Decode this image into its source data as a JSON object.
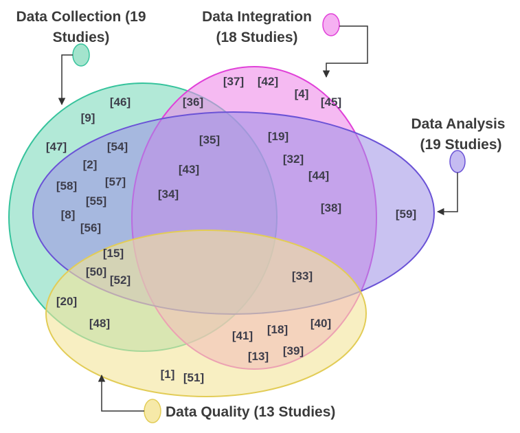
{
  "sets": {
    "collection": {
      "label_line1": "Data Collection (19",
      "label_line2": "Studies)",
      "color": "#36c39c",
      "fill": "#72d7b6"
    },
    "integration": {
      "label_line1": "Data Integration",
      "label_line2": "(18 Studies)",
      "color": "#e040d8",
      "fill": "#ef8ce9"
    },
    "analysis": {
      "label_line1": "Data Analysis",
      "label_line2": "(19 Studies)",
      "color": "#6a52d6",
      "fill": "#9d8fe6"
    },
    "quality": {
      "label_line1": "Data Quality (13 Studies)",
      "color": "#e2cc56",
      "fill": "#f3e49a"
    }
  },
  "references": {
    "r46": "[46]",
    "r9": "[9]",
    "r47": "[47]",
    "r54": "[54]",
    "r2": "[2]",
    "r58": "[58]",
    "r57": "[57]",
    "r55": "[55]",
    "r8": "[8]",
    "r56": "[56]",
    "r36": "[36]",
    "r35": "[35]",
    "r43": "[43]",
    "r34": "[34]",
    "r37": "[37]",
    "r42": "[42]",
    "r4": "[4]",
    "r45": "[45]",
    "r19": "[19]",
    "r32": "[32]",
    "r44": "[44]",
    "r38": "[38]",
    "r59": "[59]",
    "r15": "[15]",
    "r50": "[50]",
    "r52": "[52]",
    "r33": "[33]",
    "r20": "[20]",
    "r48": "[48]",
    "r41": "[41]",
    "r18": "[18]",
    "r40": "[40]",
    "r13": "[13]",
    "r39": "[39]",
    "r1": "[1]",
    "r51": "[51]"
  }
}
